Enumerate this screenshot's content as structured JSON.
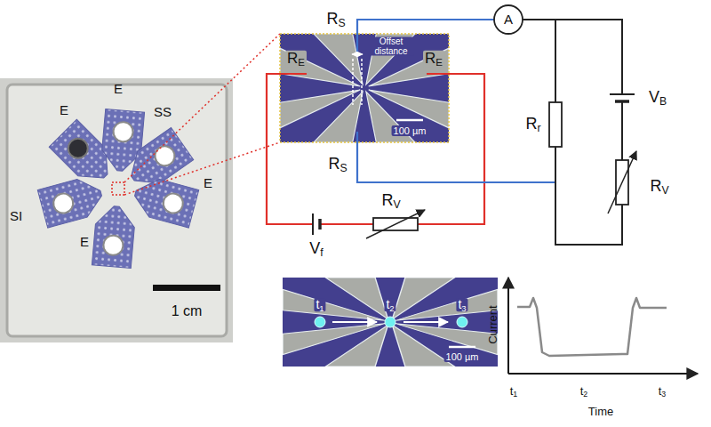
{
  "diagram": {
    "nodes": [
      {
        "text": [
          "A"
        ]
      }
    ],
    "labels": [
      "E",
      "E",
      "SS",
      "E",
      "SI",
      "E",
      "1 cm",
      "RS",
      "Offset distance",
      "RE",
      "RE",
      "100 µm",
      "RS",
      "Vf",
      "RV",
      "Rr",
      "VB",
      "RV",
      "t1",
      "t2",
      "t3",
      "100 µm",
      "Current",
      "Time",
      "t1",
      "t2",
      "t3"
    ]
  }
}
